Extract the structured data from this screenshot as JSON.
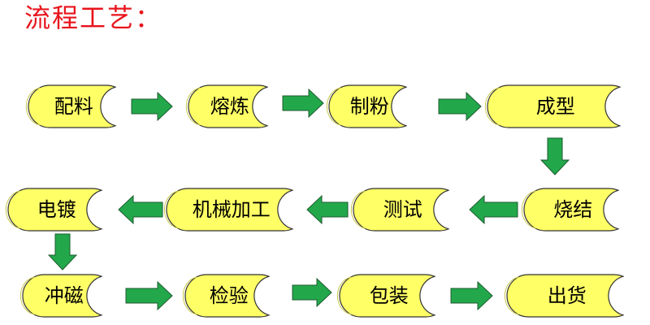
{
  "title": "流程工艺：",
  "colors": {
    "title": "#e8141c",
    "node_fill": "#ffff66",
    "node_inner": "#ffffff",
    "node_stroke": "#333333",
    "arrow_fill": "#22a84a",
    "arrow_stroke": "#1d5a30"
  },
  "nodes": [
    {
      "id": "peiliao",
      "label": "配料"
    },
    {
      "id": "ronglian",
      "label": "熔炼"
    },
    {
      "id": "zhifen",
      "label": "制粉"
    },
    {
      "id": "chengxing",
      "label": "成型"
    },
    {
      "id": "shaojie",
      "label": "烧结"
    },
    {
      "id": "ceshi",
      "label": "测试"
    },
    {
      "id": "jixiejiagong",
      "label": "机械加工"
    },
    {
      "id": "diandu",
      "label": "电镀"
    },
    {
      "id": "chongci",
      "label": "冲磁"
    },
    {
      "id": "jianyan",
      "label": "检验"
    },
    {
      "id": "baozhuang",
      "label": "包装"
    },
    {
      "id": "chuhuo",
      "label": "出货"
    }
  ],
  "arrows": [
    {
      "from": "peiliao",
      "to": "ronglian",
      "direction": "right"
    },
    {
      "from": "ronglian",
      "to": "zhifen",
      "direction": "right"
    },
    {
      "from": "zhifen",
      "to": "chengxing",
      "direction": "right"
    },
    {
      "from": "chengxing",
      "to": "shaojie",
      "direction": "down"
    },
    {
      "from": "shaojie",
      "to": "ceshi",
      "direction": "left"
    },
    {
      "from": "ceshi",
      "to": "jixiejiagong",
      "direction": "left"
    },
    {
      "from": "jixiejiagong",
      "to": "diandu",
      "direction": "left"
    },
    {
      "from": "diandu",
      "to": "chongci",
      "direction": "down"
    },
    {
      "from": "chongci",
      "to": "jianyan",
      "direction": "right"
    },
    {
      "from": "jianyan",
      "to": "baozhuang",
      "direction": "right"
    },
    {
      "from": "baozhuang",
      "to": "chuhuo",
      "direction": "right"
    }
  ]
}
